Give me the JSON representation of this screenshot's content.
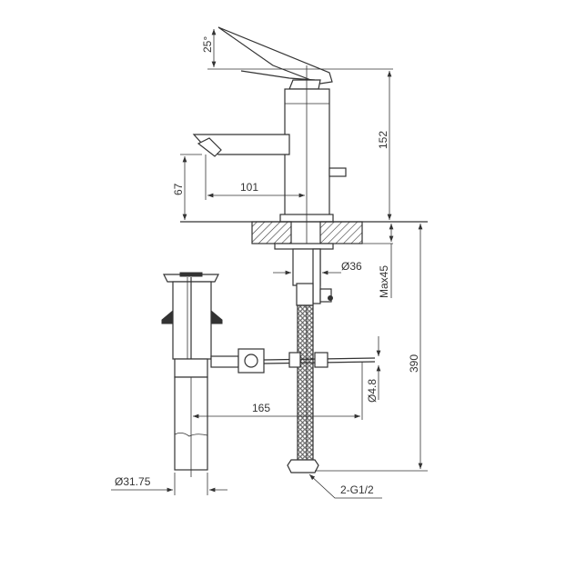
{
  "drawing": {
    "title": "Basin mixer technical drawing",
    "dimensions": {
      "lever_angle": "25°",
      "height_total": "152",
      "spout_height": "67",
      "spout_reach": "101",
      "body_diameter": "Ø36",
      "max_counter_thickness": "Max45",
      "hose_length": "390",
      "rod_diameter": "Ø4.8",
      "drain_distance": "165",
      "drain_diameter": "Ø31.75",
      "connection": "2-G1/2"
    },
    "colors": {
      "line": "#333333",
      "background": "#ffffff"
    }
  }
}
